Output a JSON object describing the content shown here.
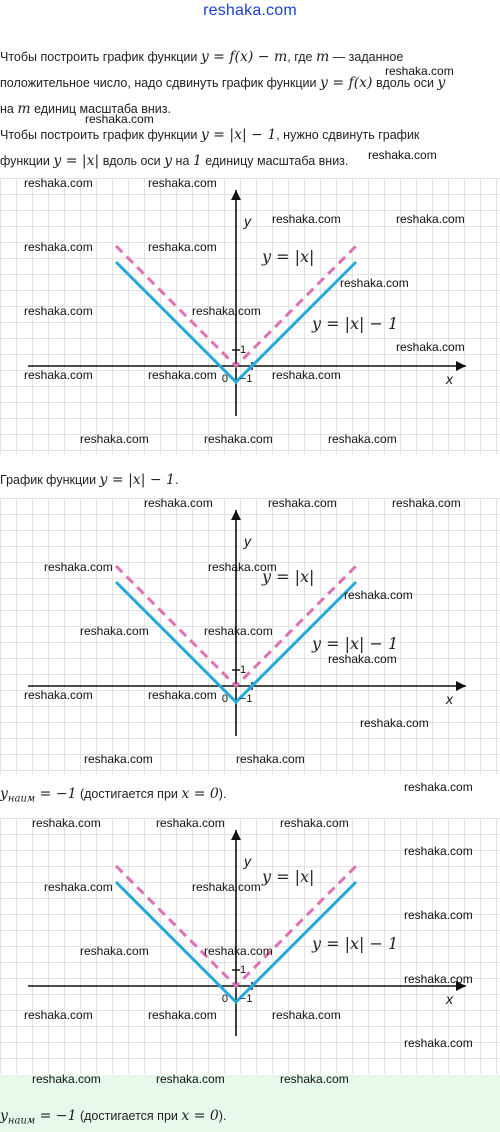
{
  "site_link": "reshaka.com",
  "intro": {
    "line1_pre": "Чтобы построить график функции ",
    "formula_shift": "y = f(x) − m",
    "line1_mid": ", где ",
    "m": "m",
    "line1_post": " — заданное",
    "line2_pre": "положительное число, надо сдвинуть график функции ",
    "formula_base": "y = f(x)",
    "line2_post": " вдоль оси ",
    "y": "y",
    "line3_pre": "на ",
    "line3_post": " единиц масштаба вниз."
  },
  "step": {
    "line1_pre": "Чтобы построить график функции ",
    "formula_target": "y = |x| − 1",
    "line1_post": ", нужно сдвинуть график",
    "line2_pre": "функции ",
    "formula_abs": "y = |x|",
    "line2_mid": " вдоль оси ",
    "y": "y",
    "line2_mid2": " на ",
    "one": "1",
    "line2_post": " единицу масштаба вниз."
  },
  "graph_caption_pre": "График функции ",
  "graph_caption_formula": "y = |x| − 1",
  "graph_caption_post": ".",
  "answer": {
    "y_sym": "y",
    "y_sub": "наим",
    "eq": " = −1",
    "pre": " (достигается при ",
    "cond": "x = 0",
    "post": ")."
  },
  "graph": {
    "x_axis_label": "x",
    "y_axis_label": "y",
    "origin_label": "0",
    "tick_pos_label": "1",
    "tick_neg_label": "−1",
    "label_abs": "y = |x|",
    "label_shift": "y = |x| − 1",
    "color_abs": "#e070b4",
    "color_shift": "#25a9db",
    "color_axis": "#111111"
  },
  "watermarks": [
    "reshaka.com",
    "reshaka.com",
    "reshaka.com",
    "reshaka.com",
    "reshaka.com",
    "reshaka.com",
    "reshaka.com",
    "reshaka.com",
    "reshaka.com",
    "reshaka.com",
    "reshaka.com",
    "reshaka.com",
    "reshaka.com",
    "reshaka.com",
    "reshaka.com",
    "reshaka.com",
    "reshaka.com",
    "reshaka.com",
    "reshaka.com",
    "reshaka.com",
    "reshaka.com",
    "reshaka.com",
    "reshaka.com",
    "reshaka.com",
    "reshaka.com",
    "reshaka.com",
    "reshaka.com",
    "reshaka.com",
    "reshaka.com",
    "reshaka.com",
    "reshaka.com",
    "reshaka.com",
    "reshaka.com",
    "reshaka.com",
    "reshaka.com",
    "reshaka.com",
    "reshaka.com",
    "reshaka.com",
    "reshaka.com",
    "reshaka.com",
    "reshaka.com",
    "reshaka.com",
    "reshaka.com",
    "reshaka.com",
    "reshaka.com",
    "reshaka.com",
    "reshaka.com",
    "reshaka.com",
    "reshaka.com",
    "reshaka.com",
    "reshaka.com",
    "reshaka.com"
  ]
}
